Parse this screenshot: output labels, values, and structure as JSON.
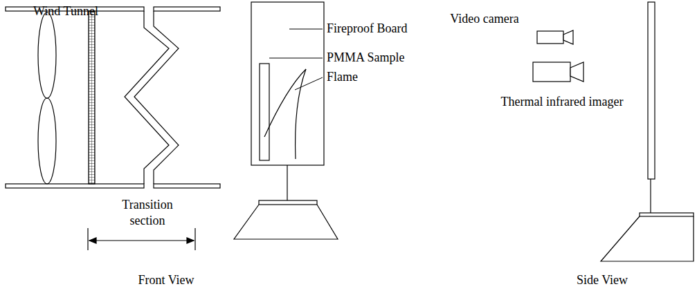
{
  "diagram": {
    "labels": [
      "Wind Tunnel",
      "Fireproof Board",
      "PMMA Sample",
      "Flame",
      "Video camera",
      "Thermal infrared imager",
      "Transition section",
      "Front View",
      "Side View"
    ]
  }
}
